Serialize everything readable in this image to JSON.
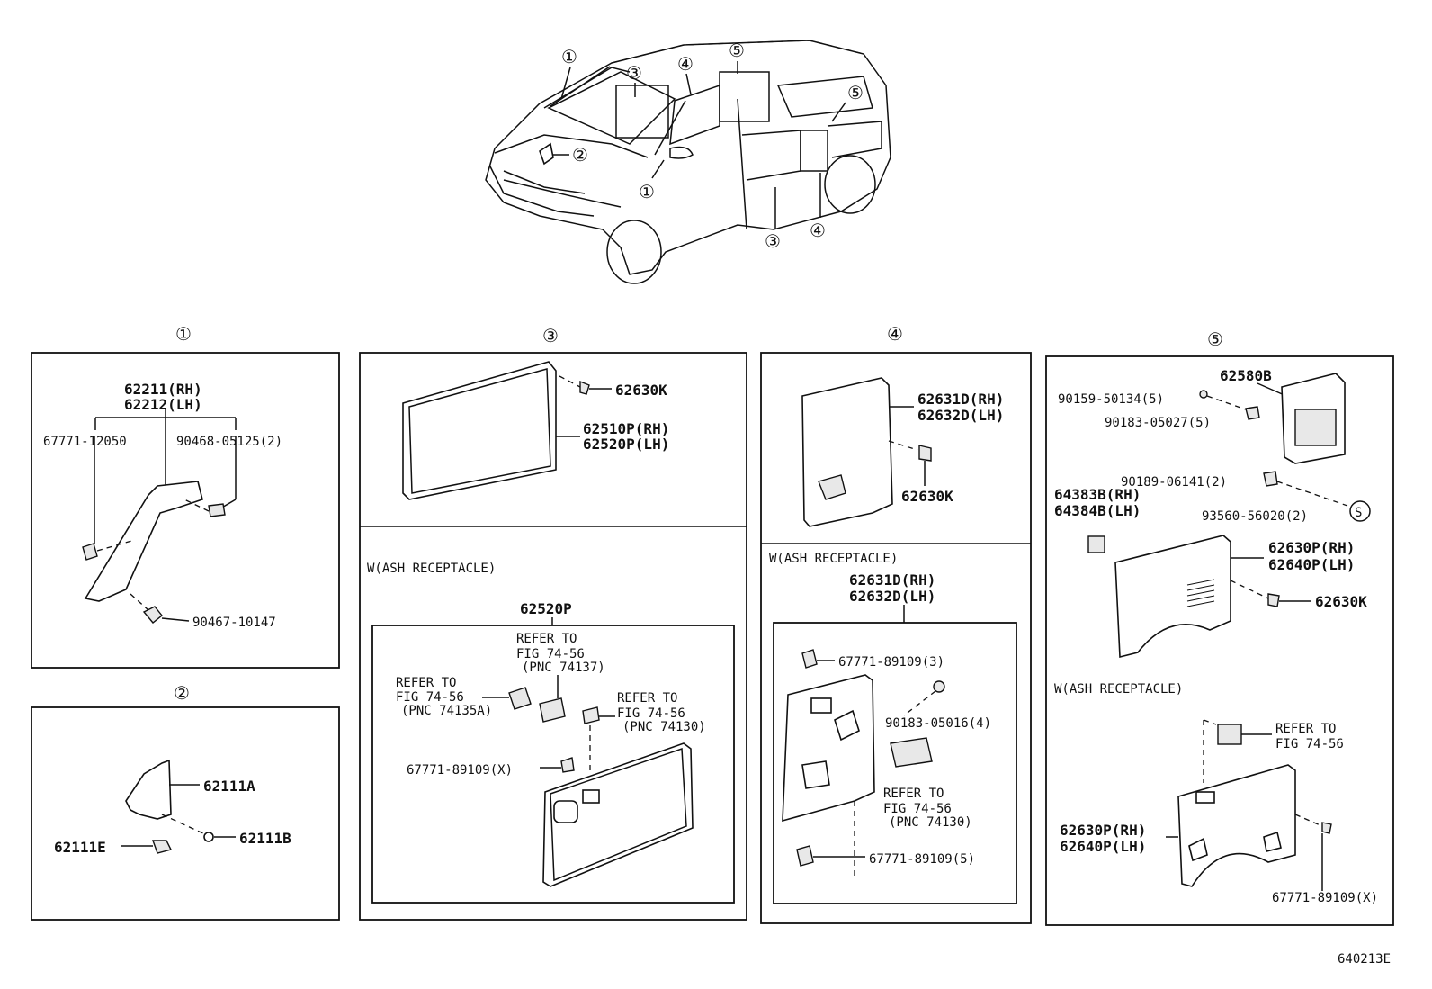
{
  "vehicle": {
    "callouts": [
      "①",
      "②",
      "③",
      "④",
      "⑤"
    ]
  },
  "panels": {
    "p1": {
      "number": "①",
      "labels": [
        "62211(RH)",
        "62212(LH)",
        "67771-12050",
        "90468-05125(2)",
        "90467-10147"
      ]
    },
    "p2": {
      "number": "②",
      "labels": [
        "62111A",
        "62111B",
        "62111E"
      ]
    },
    "p3": {
      "number": "③",
      "labels": [
        "62630K",
        "62510P(RH)",
        "62520P(LH)"
      ],
      "ash_title": "W(ASH RECEPTACLE)",
      "ash_part": "62520P",
      "ash_labels": [
        "REFER TO",
        "FIG 74-56",
        "(PNC 74137)",
        "REFER TO",
        "FIG 74-56",
        "(PNC 74135A)",
        "REFER TO",
        "FIG 74-56",
        "(PNC 74130)",
        "67771-89109(X)"
      ]
    },
    "p4": {
      "number": "④",
      "labels": [
        "62631D(RH)",
        "62632D(LH)",
        "62630K"
      ],
      "ash_title": "W(ASH RECEPTACLE)",
      "ash_part_rh": "62631D(RH)",
      "ash_part_lh": "62632D(LH)",
      "ash_labels": [
        "67771-89109(3)",
        "90183-05016(4)",
        "REFER TO",
        "FIG 74-56",
        "(PNC 74130)",
        "67771-89109(5)"
      ]
    },
    "p5": {
      "number": "⑤",
      "labels": [
        "62580B",
        "90159-50134(5)",
        "90183-05027(5)",
        "90189-06141(2)",
        "64383B(RH)",
        "64384B(LH)",
        "93560-56020(2)",
        "S",
        "62630P(RH)",
        "62640P(LH)",
        "62630K"
      ],
      "ash_title": "W(ASH RECEPTACLE)",
      "ash_labels": [
        "REFER TO",
        "FIG 74-56",
        "62630P(RH)",
        "62640P(LH)",
        "67771-89109(X)"
      ]
    }
  },
  "figure_code": "640213E"
}
